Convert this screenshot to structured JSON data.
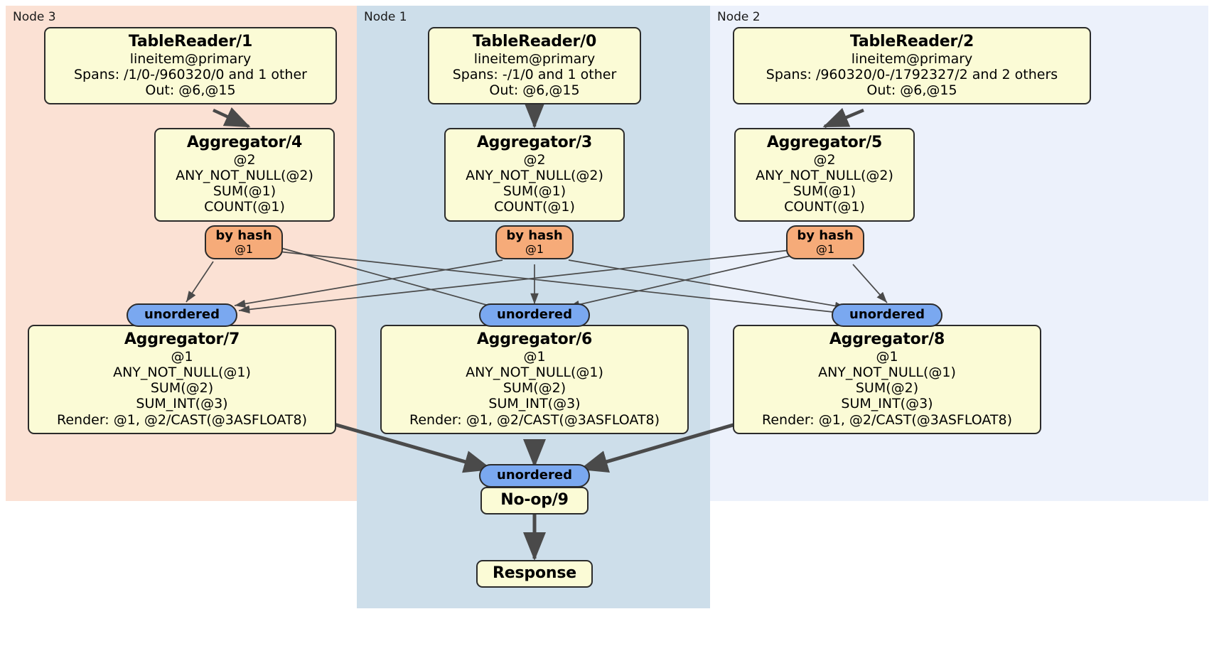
{
  "diagram": {
    "type": "distributed-query-plan",
    "colors": {
      "node3_panel": "#fbe1d4",
      "node1_panel": "#cddeea",
      "node2_panel": "#ecf1fb",
      "processor_box": "#fbfbd6",
      "hash_router": "#f6ab79",
      "unordered_router": "#7aa8f0",
      "edge": "#4a4a4a"
    },
    "panels": [
      {
        "id": "node3",
        "label": "Node 3"
      },
      {
        "id": "node1",
        "label": "Node 1"
      },
      {
        "id": "node2",
        "label": "Node 2"
      }
    ],
    "processors": {
      "table_reader_1": {
        "title": "TableReader/1",
        "lines": [
          "lineitem@primary",
          "Spans: /1/0-/960320/0 and 1 other",
          "Out: @6,@15"
        ]
      },
      "table_reader_0": {
        "title": "TableReader/0",
        "lines": [
          "lineitem@primary",
          "Spans: -/1/0 and 1 other",
          "Out: @6,@15"
        ]
      },
      "table_reader_2": {
        "title": "TableReader/2",
        "lines": [
          "lineitem@primary",
          "Spans: /960320/0-/1792327/2 and 2 others",
          "Out: @6,@15"
        ]
      },
      "aggregator_4": {
        "title": "Aggregator/4",
        "lines": [
          "@2",
          "ANY_NOT_NULL(@2)",
          "SUM(@1)",
          "COUNT(@1)"
        ]
      },
      "aggregator_3": {
        "title": "Aggregator/3",
        "lines": [
          "@2",
          "ANY_NOT_NULL(@2)",
          "SUM(@1)",
          "COUNT(@1)"
        ]
      },
      "aggregator_5": {
        "title": "Aggregator/5",
        "lines": [
          "@2",
          "ANY_NOT_NULL(@2)",
          "SUM(@1)",
          "COUNT(@1)"
        ]
      },
      "aggregator_7": {
        "title": "Aggregator/7",
        "lines": [
          "@1",
          "ANY_NOT_NULL(@1)",
          "SUM(@2)",
          "SUM_INT(@3)",
          "Render: @1, @2/CAST(@3ASFLOAT8)"
        ]
      },
      "aggregator_6": {
        "title": "Aggregator/6",
        "lines": [
          "@1",
          "ANY_NOT_NULL(@1)",
          "SUM(@2)",
          "SUM_INT(@3)",
          "Render: @1, @2/CAST(@3ASFLOAT8)"
        ]
      },
      "aggregator_8": {
        "title": "Aggregator/8",
        "lines": [
          "@1",
          "ANY_NOT_NULL(@1)",
          "SUM(@2)",
          "SUM_INT(@3)",
          "Render: @1, @2/CAST(@3ASFLOAT8)"
        ]
      },
      "noop_9": {
        "title": "No-op/9",
        "lines": []
      },
      "response": {
        "title": "Response",
        "lines": []
      }
    },
    "routers": {
      "hash_left": {
        "kind": "by hash",
        "column": "@1"
      },
      "hash_center": {
        "kind": "by hash",
        "column": "@1"
      },
      "hash_right": {
        "kind": "by hash",
        "column": "@1"
      },
      "unordered_left": {
        "kind": "unordered"
      },
      "unordered_center": {
        "kind": "unordered"
      },
      "unordered_right": {
        "kind": "unordered"
      },
      "unordered_final": {
        "kind": "unordered"
      }
    }
  }
}
